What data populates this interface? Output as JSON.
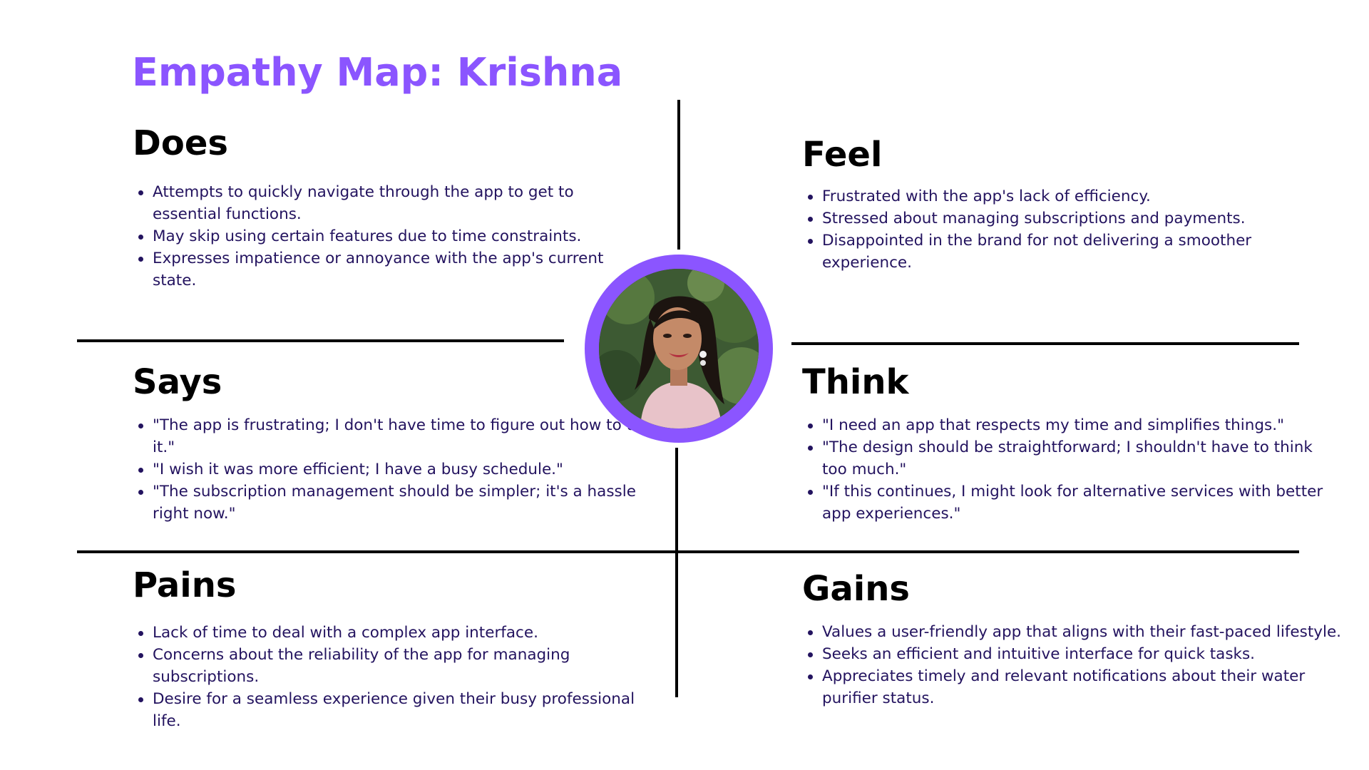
{
  "title": "Empathy Map: Krishna",
  "accent_color": "#8b55ff",
  "text_color": "#23135f",
  "quadrants": {
    "does": {
      "heading": "Does",
      "items": [
        "Attempts to quickly navigate through the app to get to essential functions.",
        "May skip using certain features due to time constraints.",
        "Expresses impatience or annoyance with the app's current state."
      ]
    },
    "feel": {
      "heading": "Feel",
      "items": [
        "Frustrated with the app's lack of efficiency.",
        "Stressed about managing subscriptions and payments.",
        "Disappointed in the brand for not delivering a smoother experience."
      ]
    },
    "says": {
      "heading": "Says",
      "items": [
        "\"The app is frustrating; I don't have time to figure out how to use it.\"",
        "\"I wish it was more efficient; I have a busy schedule.\"",
        "\"The subscription management should be simpler; it's a hassle right now.\""
      ]
    },
    "think": {
      "heading": "Think",
      "items": [
        "\"I need an app that respects my time and simplifies things.\"",
        "\"The design should be straightforward; I shouldn't have to think too much.\"",
        "\"If this continues, I might look for alternative services with better app experiences.\""
      ]
    },
    "pains": {
      "heading": "Pains",
      "items": [
        "Lack of time to deal with a complex app interface.",
        "Concerns about the reliability of the app for managing subscriptions.",
        "Desire for a seamless experience given their busy professional life."
      ]
    },
    "gains": {
      "heading": "Gains",
      "items": [
        "Values a user-friendly app that aligns with their fast-paced lifestyle.",
        "Seeks an efficient and intuitive interface for quick tasks.",
        "Appreciates timely and relevant notifications about their water purifier status."
      ]
    }
  }
}
